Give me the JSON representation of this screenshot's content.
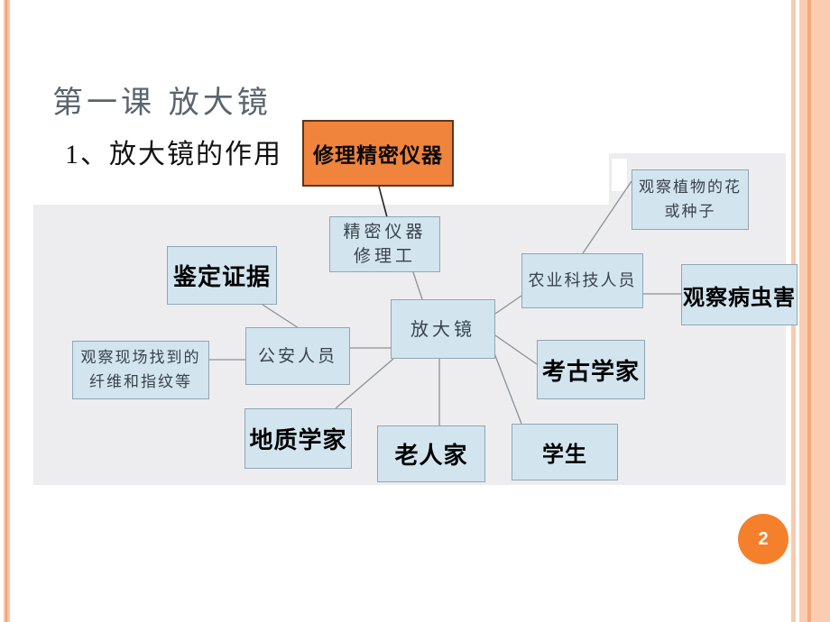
{
  "slide": {
    "title": "第一课 放大镜",
    "subtitle": "1、放大镜的作用",
    "page_number": "2"
  },
  "highlight_box": {
    "label": "修理精密仪器"
  },
  "diagram": {
    "center_concept": "放大镜",
    "nodes": {
      "jingmi": {
        "lines": [
          "精密仪器",
          "修理工"
        ],
        "style": "handwritten"
      },
      "jianding": {
        "label": "鉴定证据",
        "style": "typed"
      },
      "xianchang": {
        "lines": [
          "观察现场找到的",
          "纤维和指纹等"
        ],
        "style": "handwritten"
      },
      "gongan": {
        "label": "公安人员",
        "style": "handwritten"
      },
      "fangdajing": {
        "label": "放大镜",
        "style": "handwritten"
      },
      "dizhi": {
        "label": "地质学家",
        "style": "typed"
      },
      "laoren": {
        "label": "老人家",
        "style": "typed"
      },
      "nongye": {
        "label": "农业科技人员",
        "style": "handwritten"
      },
      "kaogu": {
        "label": "考古学家",
        "style": "typed"
      },
      "xuesheng": {
        "label": "学生",
        "style": "typed"
      },
      "zhiwu": {
        "lines": [
          "观察植物的花",
          "或种子"
        ],
        "style": "handwritten"
      },
      "bingchong": {
        "label": "观察病虫害",
        "style": "typed"
      }
    }
  },
  "colors": {
    "accent_orange": "#f0843d",
    "badge_orange": "#f5802c",
    "edge_stripe_light": "#facdb2",
    "edge_stripe_dark": "#f5a878",
    "node_fill": "#d2e5ef",
    "node_border": "#8fa6b2",
    "scan_background": "#ededf0",
    "title_gray": "#5a646e"
  }
}
